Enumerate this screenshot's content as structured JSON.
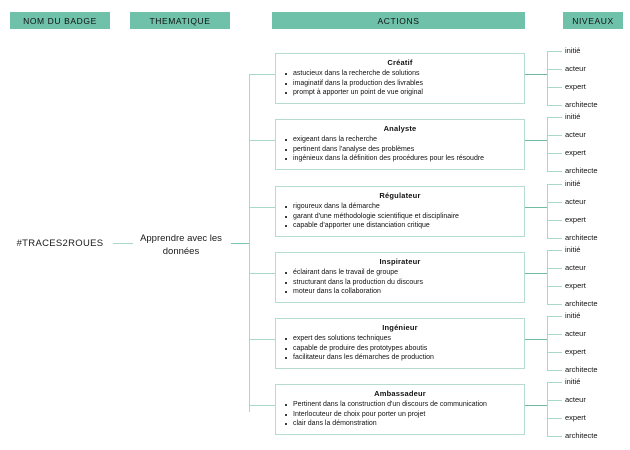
{
  "headers": {
    "badge": "NOM  DU BADGE",
    "thematique": "THEMATIQUE",
    "actions": "ACTIONS",
    "niveaux": "NIVEAUX"
  },
  "badge": {
    "name": "#TRACES2ROUES"
  },
  "thematique": {
    "name": "Apprendre  avec les données"
  },
  "colors": {
    "header_green": "#6fc1a9",
    "line_green": "#a9d8c8",
    "box_border": "#b6dccd",
    "text": "#111111"
  },
  "levels": [
    "initié",
    "acteur",
    "expert",
    "architecte"
  ],
  "actions": [
    {
      "title": "Créatif",
      "bullets": [
        "astucieux dans la recherche  de solutions",
        "imaginatif dans la production des livrables",
        "prompt à apporter un point de  vue original"
      ]
    },
    {
      "title": "Analyste",
      "bullets": [
        "exigeant dans la recherche",
        "pertinent dans l'analyse  des problèmes",
        "ingénieux dans la définition des procédures pour les résoudre"
      ]
    },
    {
      "title": "Régulateur",
      "bullets": [
        "rigoureux dans la démarche",
        "garant d'une méthodologie scientifique et disciplinaire",
        "capable d'apporter une distanciation critique"
      ]
    },
    {
      "title": "Inspirateur",
      "bullets": [
        "éclairant dans le  travail de groupe",
        "structurant dans la production du discours",
        "moteur dans la collaboration"
      ]
    },
    {
      "title": "Ingénieur",
      "bullets": [
        "expert des solutions techniques",
        "capable de produire des prototypes aboutis",
        "facilitateur dans les démarches de production"
      ]
    },
    {
      "title": "Ambassadeur",
      "bullets": [
        "Pertinent dans la construction d'un discours de communication",
        "Interlocuteur de choix pour porter un projet",
        "clair dans la démonstration"
      ]
    }
  ]
}
